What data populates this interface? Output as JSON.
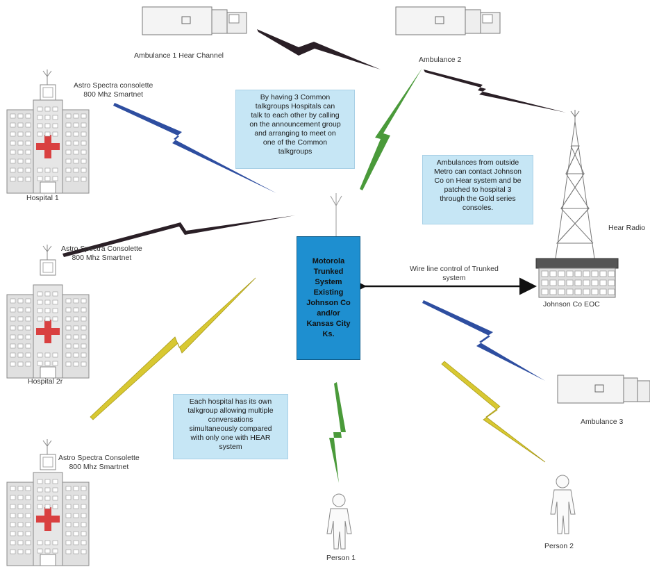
{
  "nodes": {
    "ambulance_1": "Ambulance 1 Hear Channel",
    "ambulance_2": "Ambulance 2",
    "ambulance_3": "Ambulance 3",
    "hospital_1": "Hospital 1",
    "hospital_2": "Hospital 2r",
    "console_1": [
      "Astro Spectra consolette",
      "800 Mhz Smartnet"
    ],
    "console_2": [
      "Astro Spectra Consolette",
      "800 Mhz Smartnet"
    ],
    "console_3": [
      "Astro Spectra Consolette",
      "800 Mhz Smartnet"
    ],
    "hear_radio": "Hear Radio",
    "johnson_eoc": "Johnson Co EOC",
    "person_1": "Person 1",
    "person_2": "Person 2"
  },
  "core": [
    "Motorola",
    "Trunked",
    "System",
    "Existing",
    "Johnson Co",
    "and/or",
    "Kansas City",
    "Ks."
  ],
  "notes": {
    "common_talkgroups": [
      "By having 3 Common",
      "talkgroups Hospitals can",
      "talk to each other by calling",
      "on the announcement group",
      "and arranging to meet on",
      "one of the Common",
      "talkgroups"
    ],
    "outside_metro": [
      "Ambulances from outside",
      "Metro can contact Johnson",
      "Co on Hear system and be",
      "patched to hospital 3",
      "through the Gold series",
      "consoles."
    ],
    "own_talkgroup": [
      "Each hospital has its own",
      "talkgroup allowing multiple",
      "conversations",
      "simultaneously compared",
      "with only one with HEAR",
      "system"
    ]
  },
  "wire_line": [
    "Wire line control of Trunked",
    "system"
  ],
  "colors": {
    "core": "#1e8fd0",
    "note_bg": "#c6e6f5",
    "black_bolt": "#2a1f26",
    "blue_bolt": "#2e4ea0",
    "green_bolt": "#4a9a3a",
    "yellow_bolt": "#d8c832",
    "red_cross": "#d94040"
  }
}
